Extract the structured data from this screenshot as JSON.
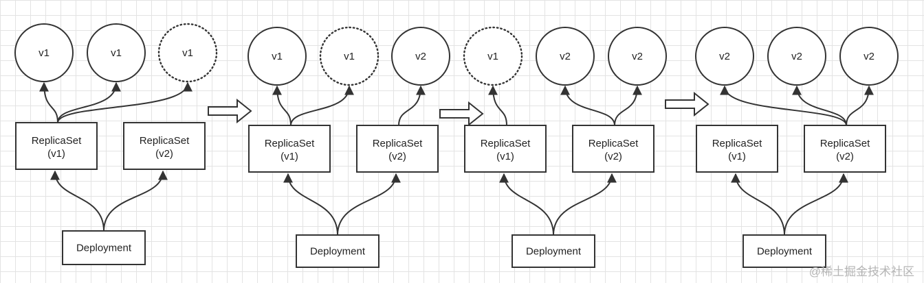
{
  "stages": [
    {
      "pods": [
        {
          "label": "v1",
          "style": "solid"
        },
        {
          "label": "v1",
          "style": "solid"
        },
        {
          "label": "v1",
          "style": "dotted"
        }
      ],
      "replicasets": [
        {
          "line1": "ReplicaSet",
          "line2": "(v1)"
        },
        {
          "line1": "ReplicaSet",
          "line2": "(v2)"
        }
      ],
      "deployment": "Deployment"
    },
    {
      "pods": [
        {
          "label": "v1",
          "style": "solid"
        },
        {
          "label": "v1",
          "style": "dotted"
        },
        {
          "label": "v2",
          "style": "solid"
        }
      ],
      "replicasets": [
        {
          "line1": "ReplicaSet",
          "line2": "(v1)"
        },
        {
          "line1": "ReplicaSet",
          "line2": "(v2)"
        }
      ],
      "deployment": "Deployment"
    },
    {
      "pods": [
        {
          "label": "v1",
          "style": "dotted"
        },
        {
          "label": "v2",
          "style": "solid"
        },
        {
          "label": "v2",
          "style": "solid"
        }
      ],
      "replicasets": [
        {
          "line1": "ReplicaSet",
          "line2": "(v1)"
        },
        {
          "line1": "ReplicaSet",
          "line2": "(v2)"
        }
      ],
      "deployment": "Deployment"
    },
    {
      "pods": [
        {
          "label": "v2",
          "style": "solid"
        },
        {
          "label": "v2",
          "style": "solid"
        },
        {
          "label": "v2",
          "style": "solid"
        }
      ],
      "replicasets": [
        {
          "line1": "ReplicaSet",
          "line2": "(v1)"
        },
        {
          "line1": "ReplicaSet",
          "line2": "(v2)"
        }
      ],
      "deployment": "Deployment"
    }
  ],
  "watermark": "@稀土掘金技术社区"
}
